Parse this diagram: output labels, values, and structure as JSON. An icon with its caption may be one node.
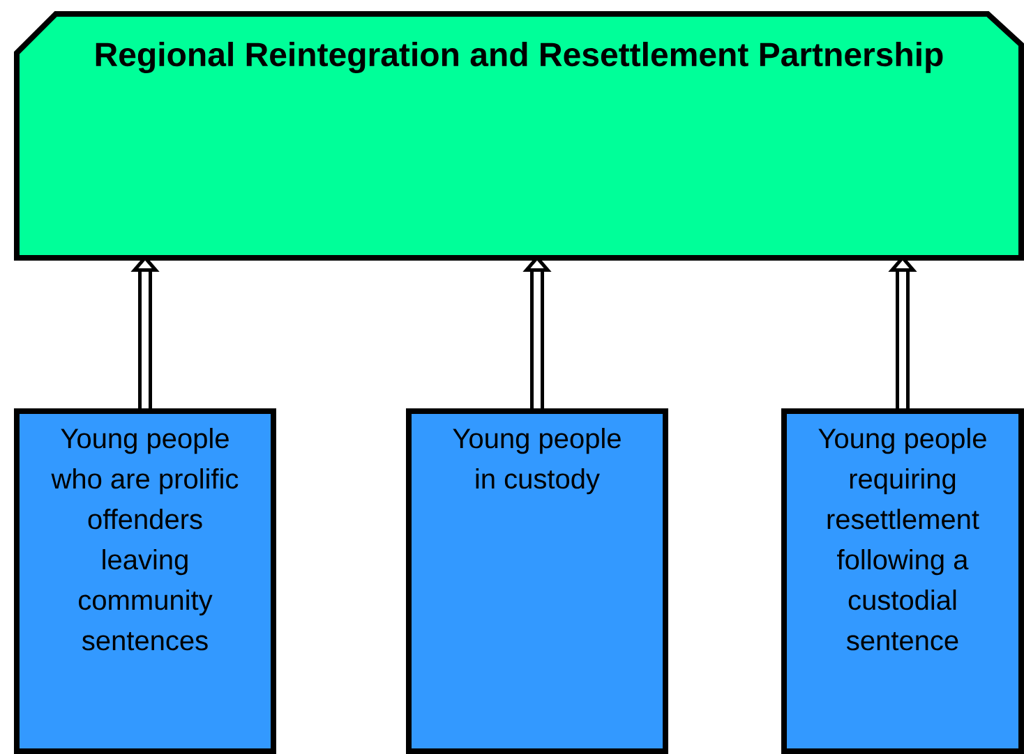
{
  "diagram": {
    "nodes": [
      {
        "text": [
          "Regional Reintegration and Resettlement Partnership"
        ]
      },
      {
        "text": [
          "Young people who are prolific offenders leaving community sentences"
        ]
      },
      {
        "text": [
          "Young people in custody"
        ]
      },
      {
        "text": [
          "Young people requiring resettlement following a custodial sentence"
        ]
      }
    ],
    "edges": [
      {
        "from": 1,
        "to": 0,
        "arrow": "to"
      },
      {
        "from": 2,
        "to": 0,
        "arrow": "to"
      },
      {
        "from": 3,
        "to": 0,
        "arrow": "to"
      }
    ]
  }
}
